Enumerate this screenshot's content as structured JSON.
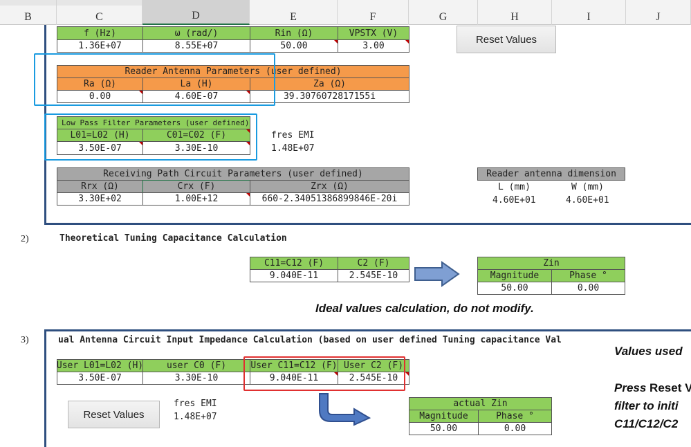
{
  "columns": [
    "B",
    "C",
    "D",
    "E",
    "F",
    "G",
    "H",
    "I",
    "J"
  ],
  "reset_button_label": "Reset Values",
  "top_table": {
    "headers": [
      "f (Hz)",
      "ω (rad/)",
      "Rin (Ω)",
      "VPSTX (V)"
    ],
    "values": [
      "1.36E+07",
      "8.55E+07",
      "50.00",
      "3.00"
    ]
  },
  "reader_antenna": {
    "title": "Reader Antenna Parameters (user defined)",
    "headers": [
      "Ra (Ω)",
      "La (H)",
      "Za (Ω)"
    ],
    "values": [
      "0.00",
      "4.60E-07",
      "39.3076072817155i"
    ]
  },
  "low_pass_filter": {
    "title": "Low Pass Filter Parameters (user defined)",
    "headers": [
      "L01=L02 (H)",
      "C01=C02 (F)"
    ],
    "values": [
      "3.50E-07",
      "3.30E-10"
    ]
  },
  "fres_emi_1": {
    "label": "fres EMI",
    "value": "1.48E+07"
  },
  "receiving_path": {
    "title": "Receiving Path Circuit Parameters (user defined)",
    "headers": [
      "Rrx (Ω)",
      "Crx (F)",
      "Zrx (Ω)"
    ],
    "values": [
      "3.30E+02",
      "1.00E+12",
      "660-2.34051386899846E-20i"
    ]
  },
  "antenna_dimension": {
    "title": "Reader antenna dimension",
    "headers": [
      "L (mm)",
      "W (mm)"
    ],
    "values": [
      "4.60E+01",
      "4.60E+01"
    ]
  },
  "section2": {
    "number": "2)",
    "title": "Theoretical Tuning Capacitance Calculation",
    "cap_headers": [
      "C11=C12 (F)",
      "C2 (F)"
    ],
    "cap_values": [
      "9.040E-11",
      "2.545E-10"
    ],
    "zin_title": "Zin",
    "zin_headers": [
      "Magnitude",
      "Phase °"
    ],
    "zin_values": [
      "50.00",
      "0.00"
    ],
    "note": "Ideal values calculation, do not modify."
  },
  "section3": {
    "number": "3)",
    "title": "ual Antenna Circuit Input Impedance Calculation (based on user defined Tuning capacitance Val",
    "headers": [
      "User L01=L02 (H)",
      "user C0 (F)",
      "User C11=C12 (F)",
      "User C2 (F)"
    ],
    "values": [
      "3.50E-07",
      "3.30E-10",
      "9.040E-11",
      "2.545E-10"
    ],
    "fres_label": "fres EMI",
    "fres_value": "1.48E+07",
    "zin_title": "actual Zin",
    "zin_headers": [
      "Magnitude",
      "Phase °"
    ],
    "zin_values": [
      "50.00",
      "0.00"
    ]
  },
  "side_notes": {
    "line1": "Values used",
    "line2_prefix": "Press ",
    "line2_bold": "Reset V",
    "line3": "filter to initi",
    "line4": "C11/C12/C2"
  }
}
